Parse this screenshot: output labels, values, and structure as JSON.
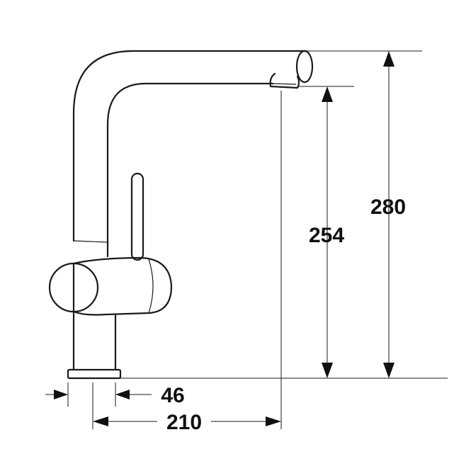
{
  "dimensions": {
    "total_height": "280",
    "spout_height": "254",
    "base_diameter": "46",
    "spout_reach": "210"
  },
  "colors": {
    "line": "#1a1a1a",
    "background": "#ffffff"
  }
}
